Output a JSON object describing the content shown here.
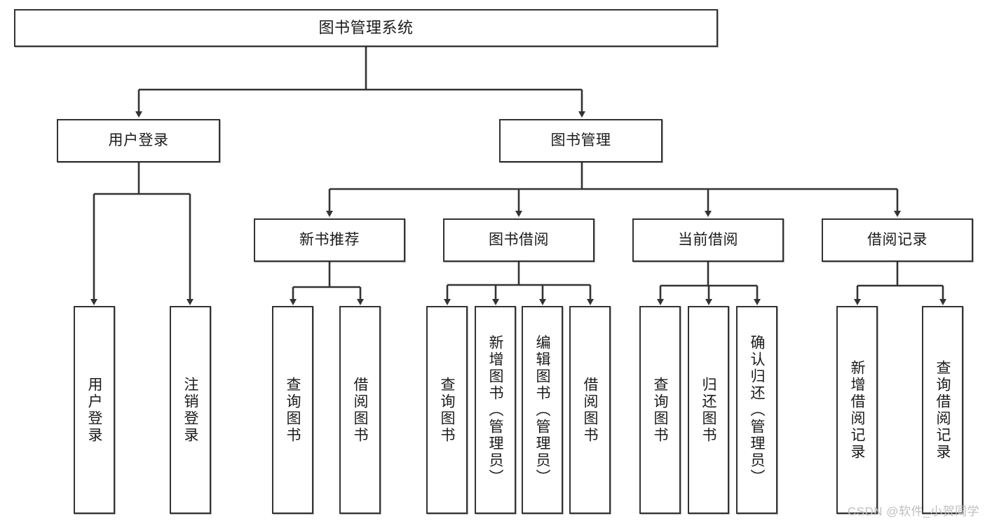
{
  "diagram": {
    "type": "tree-hierarchy-chart",
    "title": "图书管理系统",
    "colors": {
      "box_border": "#333333",
      "box_fill": "#ffffff",
      "edge": "#333333",
      "text": "#1b1b1b",
      "watermark": "#bfbfbf"
    },
    "root": {
      "label": "图书管理系统"
    },
    "level2": [
      {
        "label": "用户登录"
      },
      {
        "label": "图书管理"
      }
    ],
    "level3": [
      {
        "label": "新书推荐"
      },
      {
        "label": "图书借阅"
      },
      {
        "label": "当前借阅"
      },
      {
        "label": "借阅记录"
      }
    ],
    "leaves": {
      "user_login": [
        {
          "label": "用户登录"
        },
        {
          "label": "注销登录"
        }
      ],
      "new_book_recommend": [
        {
          "label": "查询图书"
        },
        {
          "label": "借阅图书"
        }
      ],
      "book_borrow": [
        {
          "label": "查询图书"
        },
        {
          "label": "新增图书（管理员）"
        },
        {
          "label": "编辑图书（管理员）"
        },
        {
          "label": "借阅图书"
        }
      ],
      "current_borrow": [
        {
          "label": "查询图书"
        },
        {
          "label": "归还图书"
        },
        {
          "label": "确认归还（管理员）"
        }
      ],
      "borrow_record": [
        {
          "label": "新增借阅记录"
        },
        {
          "label": "查询借阅记录"
        }
      ]
    },
    "watermark": "CSDN @软件_小贺同学"
  }
}
